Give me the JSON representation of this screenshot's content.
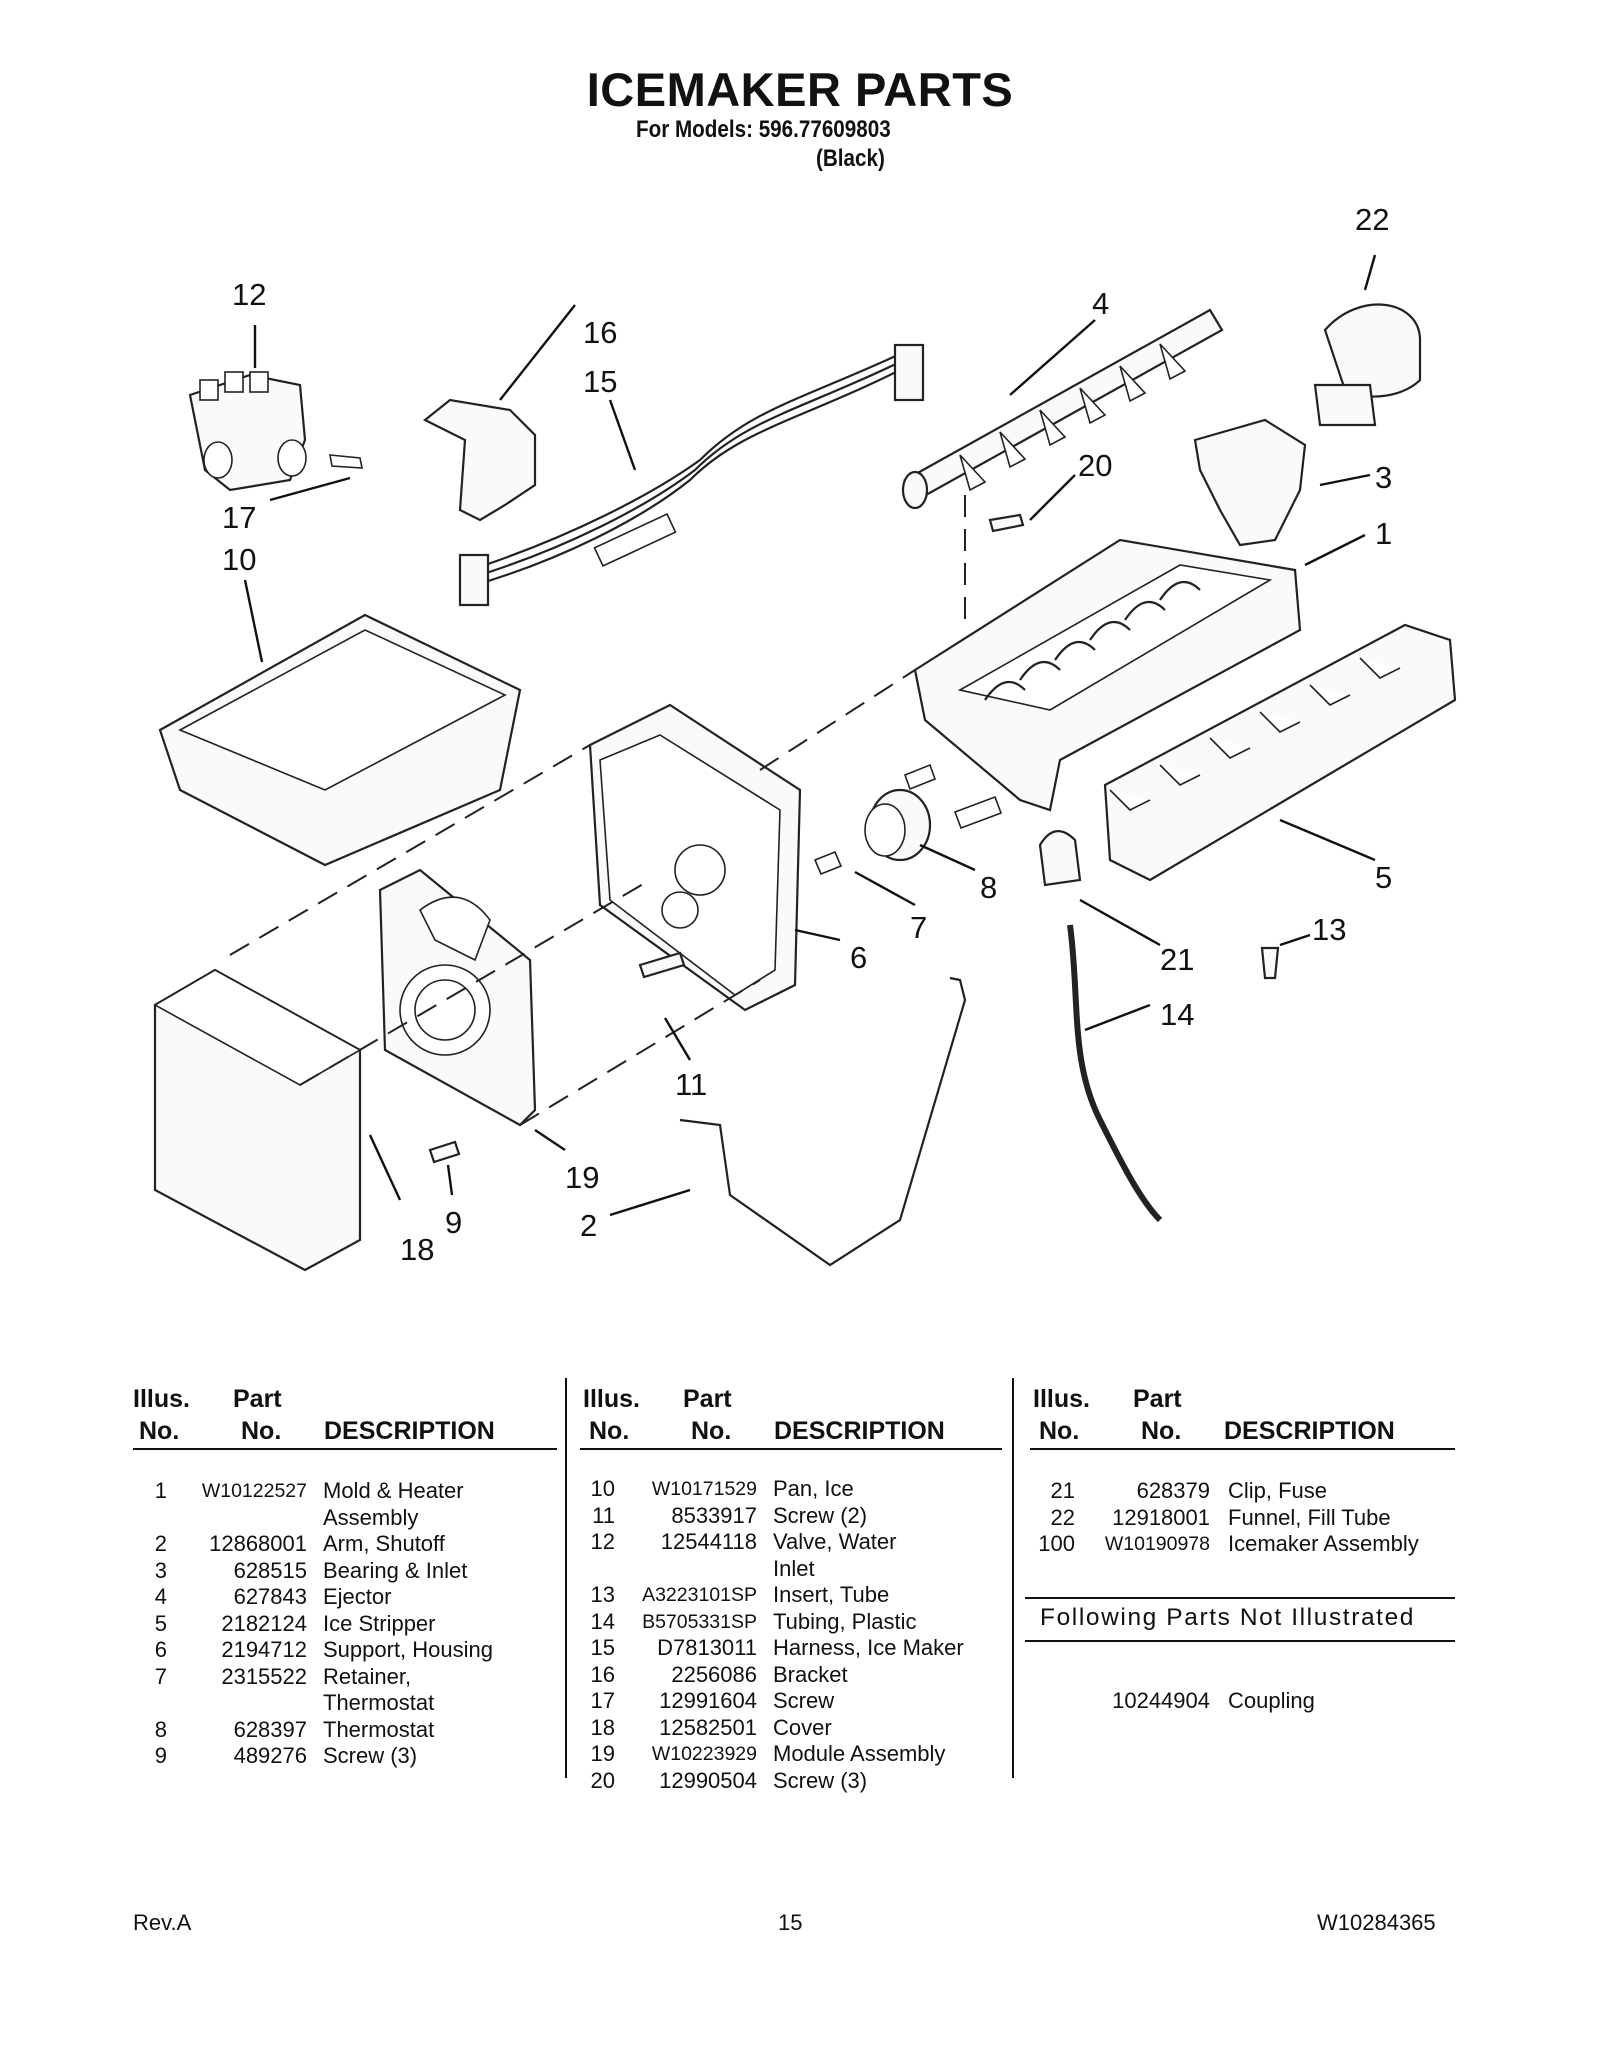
{
  "header": {
    "title": "ICEMAKER PARTS",
    "models": "For Models: 596.77609803",
    "color": "(Black)"
  },
  "diagram": {
    "callouts": [
      "12",
      "16",
      "15",
      "17",
      "10",
      "4",
      "22",
      "20",
      "3",
      "1",
      "5",
      "8",
      "7",
      "6",
      "21",
      "13",
      "14",
      "11",
      "19",
      "9",
      "2",
      "18"
    ]
  },
  "table": {
    "headers": {
      "illus_1": "Illus.",
      "illus_2": "No.",
      "part_1": "Part",
      "part_2": "No.",
      "description": "DESCRIPTION"
    },
    "columns": [
      [
        {
          "no": "1",
          "part": "W10122527",
          "desc": "Mold & Heater"
        },
        {
          "no": "",
          "part": "",
          "desc": "Assembly"
        },
        {
          "no": "2",
          "part": "12868001",
          "desc": "Arm, Shutoff"
        },
        {
          "no": "3",
          "part": "628515",
          "desc": "Bearing & Inlet"
        },
        {
          "no": "4",
          "part": "627843",
          "desc": "Ejector"
        },
        {
          "no": "5",
          "part": "2182124",
          "desc": "Ice Stripper"
        },
        {
          "no": "6",
          "part": "2194712",
          "desc": "Support, Housing"
        },
        {
          "no": "7",
          "part": "2315522",
          "desc": "Retainer,"
        },
        {
          "no": "",
          "part": "",
          "desc": "Thermostat"
        },
        {
          "no": "8",
          "part": "628397",
          "desc": "Thermostat"
        },
        {
          "no": "9",
          "part": "489276",
          "desc": "Screw (3)"
        }
      ],
      [
        {
          "no": "10",
          "part": "W10171529",
          "desc": "Pan, Ice"
        },
        {
          "no": "11",
          "part": "8533917",
          "desc": "Screw (2)"
        },
        {
          "no": "12",
          "part": "12544118",
          "desc": "Valve, Water"
        },
        {
          "no": "",
          "part": "",
          "desc": "Inlet"
        },
        {
          "no": "13",
          "part": "A3223101SP",
          "desc": "Insert, Tube"
        },
        {
          "no": "14",
          "part": "B5705331SP",
          "desc": "Tubing, Plastic"
        },
        {
          "no": "15",
          "part": "D7813011",
          "desc": "Harness, Ice Maker"
        },
        {
          "no": "16",
          "part": "2256086",
          "desc": "Bracket"
        },
        {
          "no": "17",
          "part": "12991604",
          "desc": "Screw"
        },
        {
          "no": "18",
          "part": "12582501",
          "desc": "Cover"
        },
        {
          "no": "19",
          "part": "W10223929",
          "desc": "Module Assembly"
        },
        {
          "no": "20",
          "part": "12990504",
          "desc": "Screw (3)"
        }
      ],
      [
        {
          "no": "21",
          "part": "628379",
          "desc": "Clip, Fuse"
        },
        {
          "no": "22",
          "part": "12918001",
          "desc": "Funnel, Fill Tube"
        },
        {
          "no": "100",
          "part": "W10190978",
          "desc": "Icemaker Assembly"
        }
      ]
    ],
    "not_illustrated": {
      "title": "Following Parts Not Illustrated",
      "items": [
        {
          "part": "10244904",
          "desc": "Coupling"
        }
      ]
    }
  },
  "footer": {
    "revision": "Rev.A",
    "page": "15",
    "doc_number": "W10284365"
  }
}
